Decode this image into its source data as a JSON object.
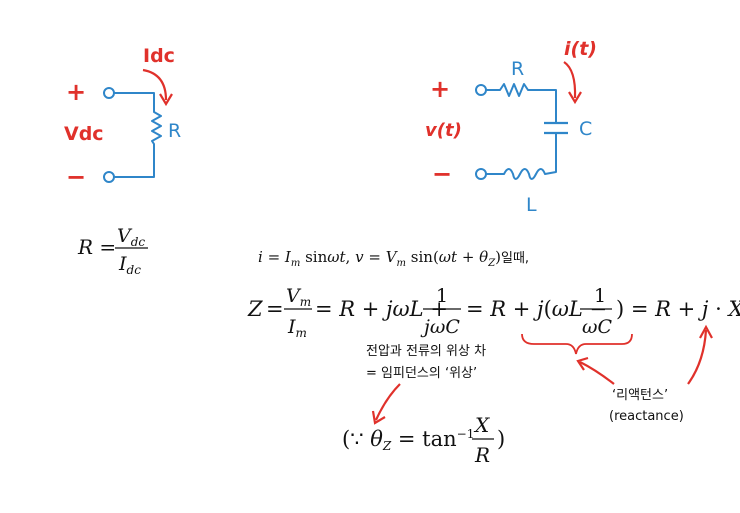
{
  "left_circuit": {
    "current_label": "Idc",
    "plus": "+",
    "minus": "−",
    "voltage_label": "Vdc",
    "resistor_label": "R"
  },
  "right_circuit": {
    "current_label": "i(t)",
    "plus": "+",
    "minus": "−",
    "voltage_label": "v(t)",
    "resistor_label": "R",
    "capacitor_label": "C",
    "inductor_label": "L"
  },
  "annotations": {
    "phase_line1": "전압과 전류의 위상 차",
    "phase_line2": "= 임피던스의 ‘위상’",
    "reactance_ko": "‘리액턴스’",
    "reactance_en": "(reactance)"
  },
  "formulas": {
    "dc_resistance": "R = V_dc / I_dc",
    "condition": "i = I_m sin ωt, v = V_m sin(ωt + θ_Z)일때,",
    "suffix_ko": "일때,",
    "impedance": "Z = V_m/I_m = R + jωL + 1/(jωC) = R + j(ωL − 1/(ωC)) = R + j·X",
    "phase": "(∵ θ_Z = tan⁻¹ X/R)"
  },
  "colors": {
    "wire": "#2f86c9",
    "annotation": "#e0312b",
    "formula": "#111111"
  }
}
